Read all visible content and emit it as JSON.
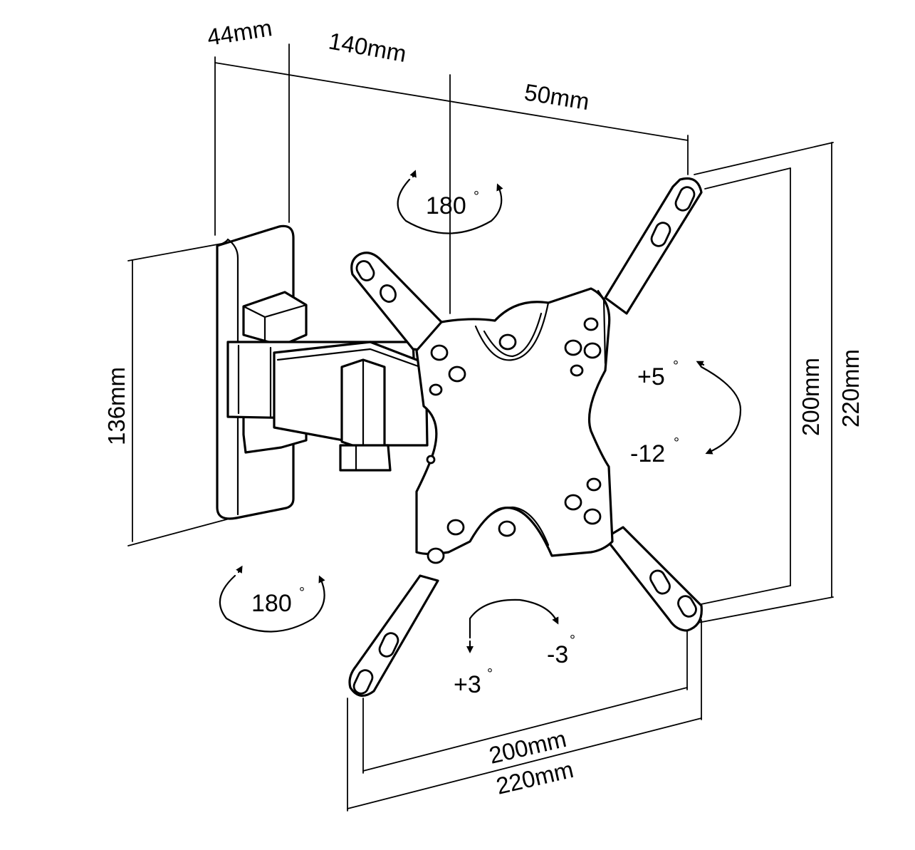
{
  "dimensions": {
    "wall_plate_depth": "44mm",
    "arm_extension": "140mm",
    "offset": "50mm",
    "wall_plate_height": "136mm",
    "vesa_vertical_inner": "200mm",
    "vesa_vertical_outer": "220mm",
    "vesa_horizontal_inner": "200mm",
    "vesa_horizontal_outer": "220mm"
  },
  "rotations": {
    "swivel_top": "180",
    "swivel_bottom": "180",
    "tilt_up": "+5",
    "tilt_down": "-12",
    "level_plus": "+3",
    "level_minus": "-3",
    "degree_symbol": "°"
  }
}
